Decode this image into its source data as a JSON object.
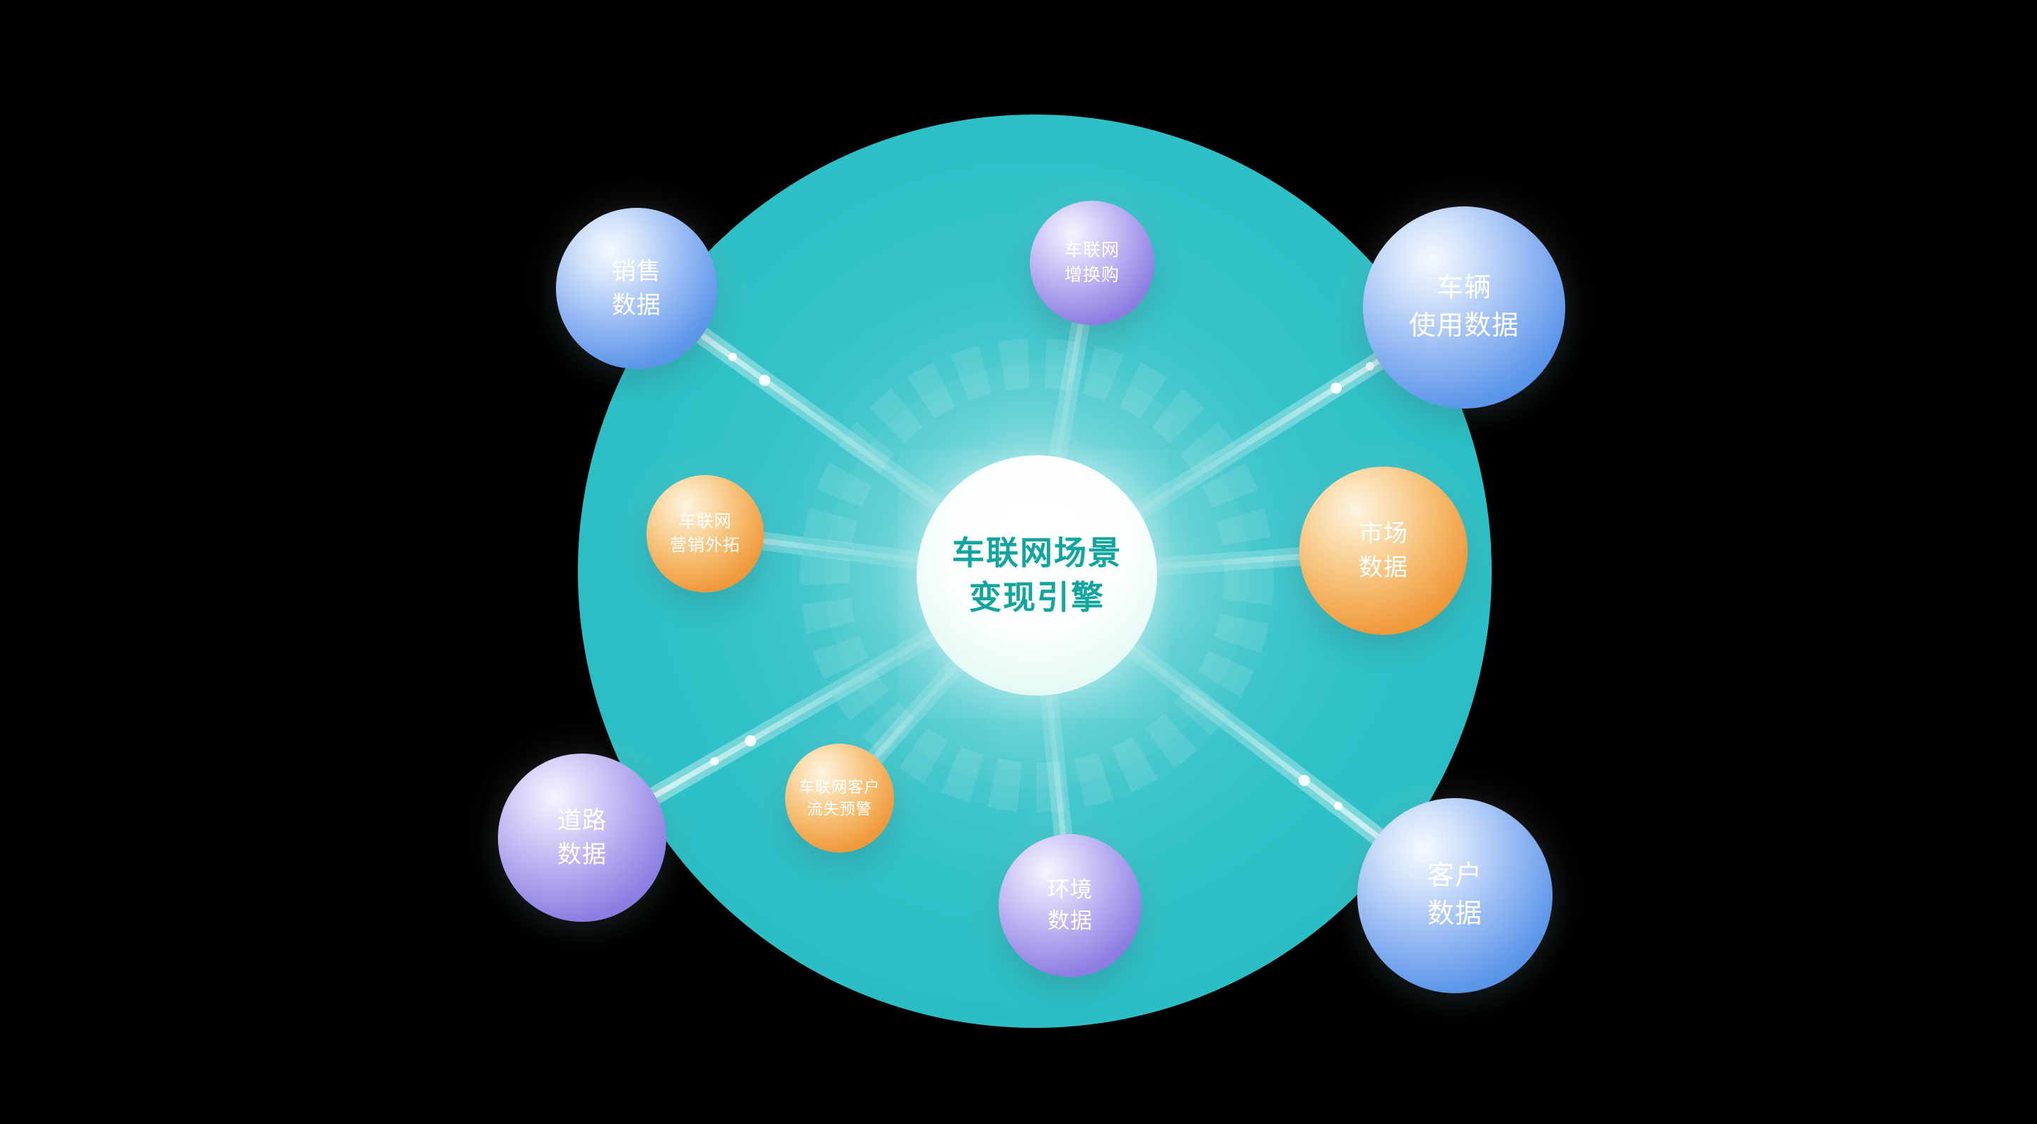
{
  "diagram": {
    "center": {
      "label": "车联网场景\n变现引擎"
    },
    "nodes": [
      {
        "id": "sales-data",
        "label": "销售\n数据",
        "color": "blue"
      },
      {
        "id": "iov-upgrade",
        "label": "车联网\n增换购",
        "color": "purple"
      },
      {
        "id": "vehicle-usage",
        "label": "车辆\n使用数据",
        "color": "blue"
      },
      {
        "id": "iov-marketing",
        "label": "车联网\n营销外拓",
        "color": "orange"
      },
      {
        "id": "market-data",
        "label": "市场\n数据",
        "color": "orange"
      },
      {
        "id": "road-data",
        "label": "道路\n数据",
        "color": "purple"
      },
      {
        "id": "iov-churn-warning",
        "label": "车联网客户\n流失预警",
        "color": "orange"
      },
      {
        "id": "environment-data",
        "label": "环境\n数据",
        "color": "purple"
      },
      {
        "id": "customer-data",
        "label": "客户\n数据",
        "color": "blue"
      }
    ],
    "colors": {
      "background": "#000000",
      "hub_fill": "#2BBFC5",
      "center_circle": "#FFFFFF",
      "center_text": "#12A49E",
      "sphere_blue": "#5E97EA",
      "sphere_purple": "#8E80E2",
      "sphere_orange": "#F09A3E",
      "beam": "#FFFFFF",
      "node_text": "#FFFFFF"
    }
  }
}
